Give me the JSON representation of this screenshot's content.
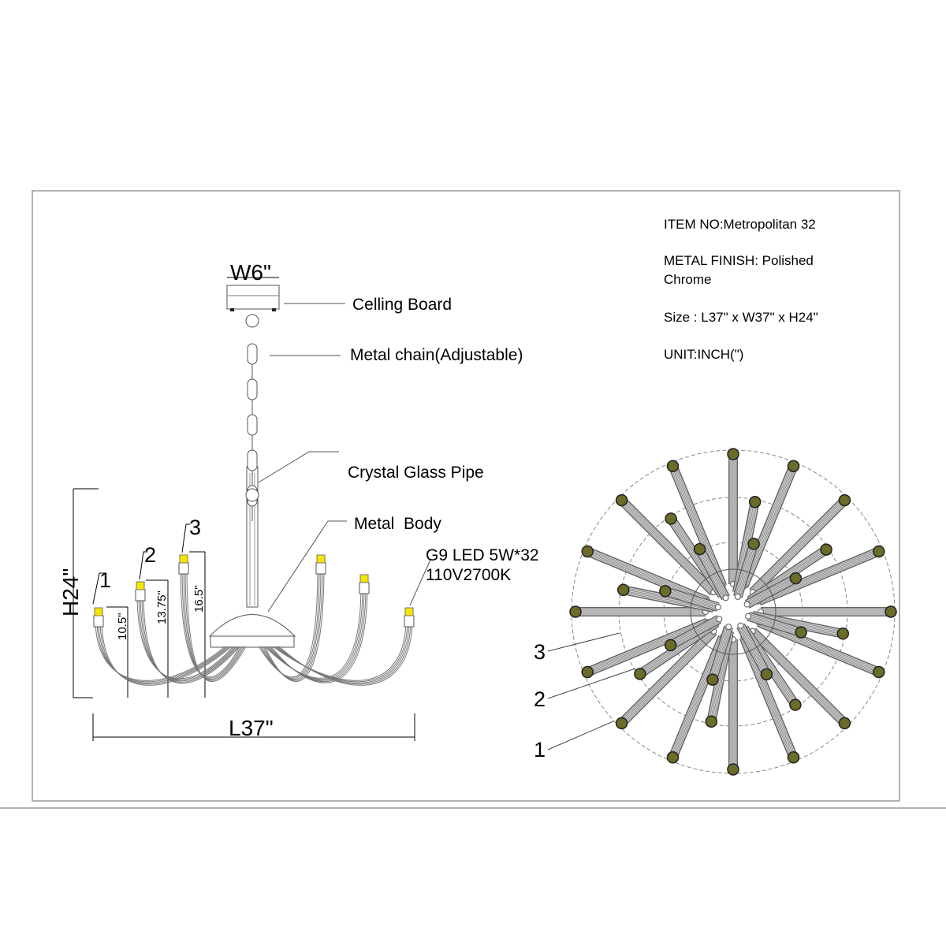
{
  "specs": {
    "item_no": "ITEM NO:Metropolitan 32",
    "finish_line1": "METAL FINISH: Polished",
    "finish_line2": "Chrome",
    "size": "Size : L37\" x W37\" x H24\"",
    "unit": "UNIT:INCH(\")"
  },
  "labels": {
    "ceiling_board": "Celling Board",
    "chain": "Metal chain(Adjustable)",
    "glass_pipe": "Crystal Glass Pipe",
    "metal_body": "Metal  Body",
    "bulb_line1": "G9 LED 5W*32",
    "bulb_line2": "110V2700K"
  },
  "dimensions": {
    "width": "W6\"",
    "height": "H24\"",
    "length": "L37\"",
    "tier1": "10.5\"",
    "tier2": "13.75\"",
    "tier3": "16.5\""
  },
  "tiers": {
    "side": [
      "1",
      "2",
      "3"
    ],
    "top": [
      "3",
      "2",
      "1"
    ]
  },
  "colors": {
    "lamp": "#f5e600",
    "lamp_top": "#6b6b2a",
    "line": "#555555"
  }
}
